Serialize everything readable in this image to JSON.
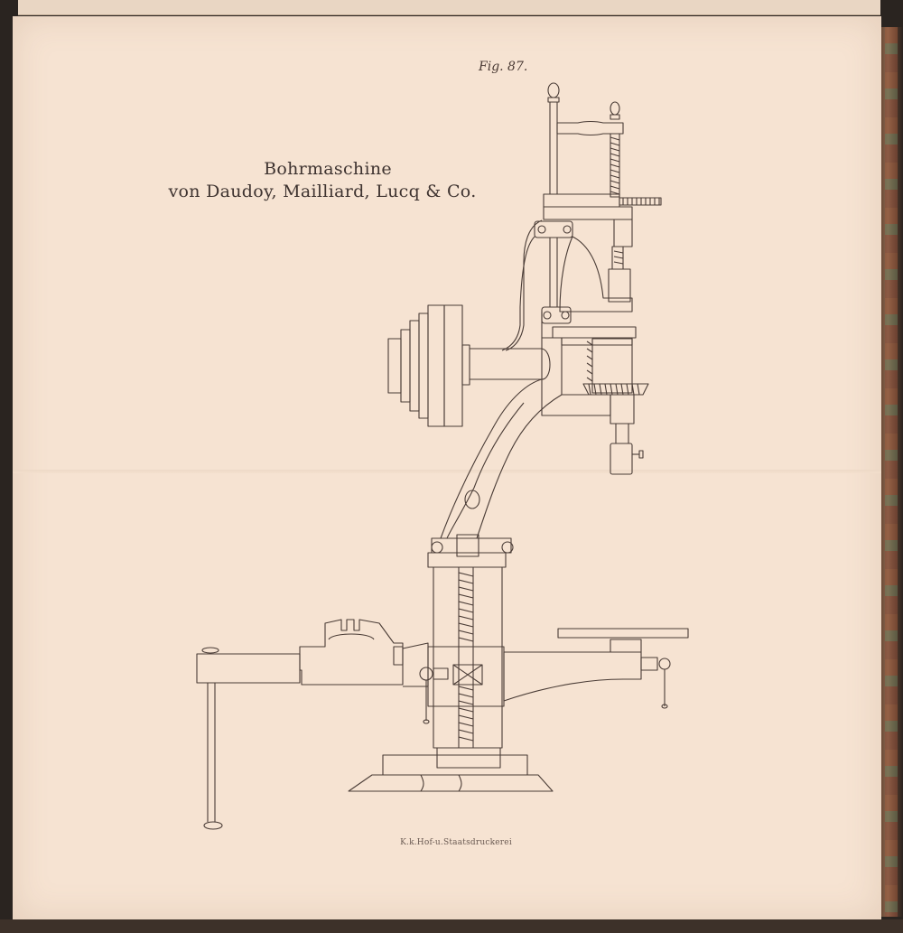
{
  "plate": {
    "figure_label": "Fig. 87.",
    "title_line1": "Bohrmaschine",
    "title_line2": "von Daudoy, Mailliard, Lucq & Co.",
    "imprint": "K.k.Hof-u.Staatsdruckerei"
  },
  "colors": {
    "paper": "#f6e3d2",
    "ink": "#4a3c36",
    "background": "#2a2420"
  }
}
